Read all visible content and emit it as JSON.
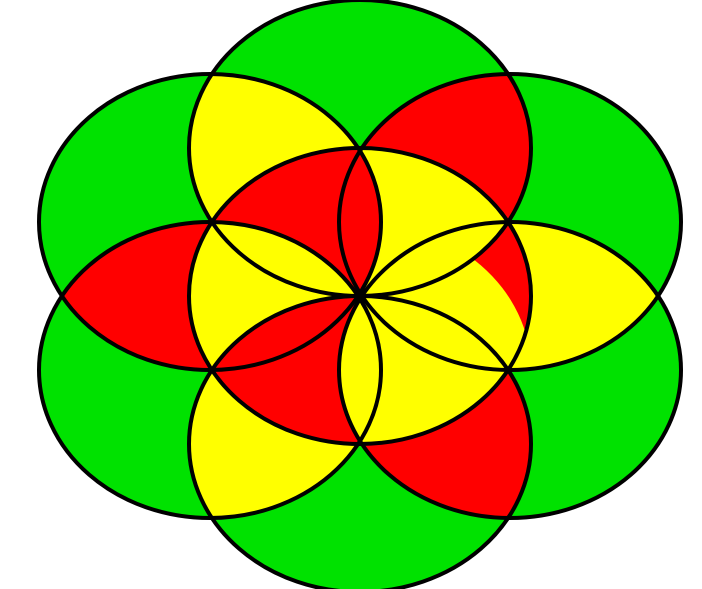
{
  "figure": {
    "kind": "seed-of-life",
    "circle_count": 7,
    "region_colors": {
      "outer": "#00e200",
      "yellow": "#ffff00",
      "red": "#ff0000"
    },
    "outline_color": "#000000",
    "background": "#ffffff",
    "petals": [
      {
        "id": "p-up-left",
        "color": "yellow"
      },
      {
        "id": "p-up-right",
        "color": "red"
      },
      {
        "id": "p-right",
        "color": "yellow"
      },
      {
        "id": "p-down-right",
        "color": "red"
      },
      {
        "id": "p-down-left",
        "color": "yellow"
      },
      {
        "id": "p-left",
        "color": "red"
      }
    ],
    "inner_petals": [
      {
        "id": "ip-up-right",
        "color": "red"
      },
      {
        "id": "ip-up-left",
        "color": "yellow"
      },
      {
        "id": "ip-left",
        "color": "red"
      },
      {
        "id": "ip-down-left",
        "color": "yellow"
      },
      {
        "id": "ip-down-right",
        "color": "red"
      },
      {
        "id": "ip-right",
        "color": "yellow"
      }
    ]
  }
}
